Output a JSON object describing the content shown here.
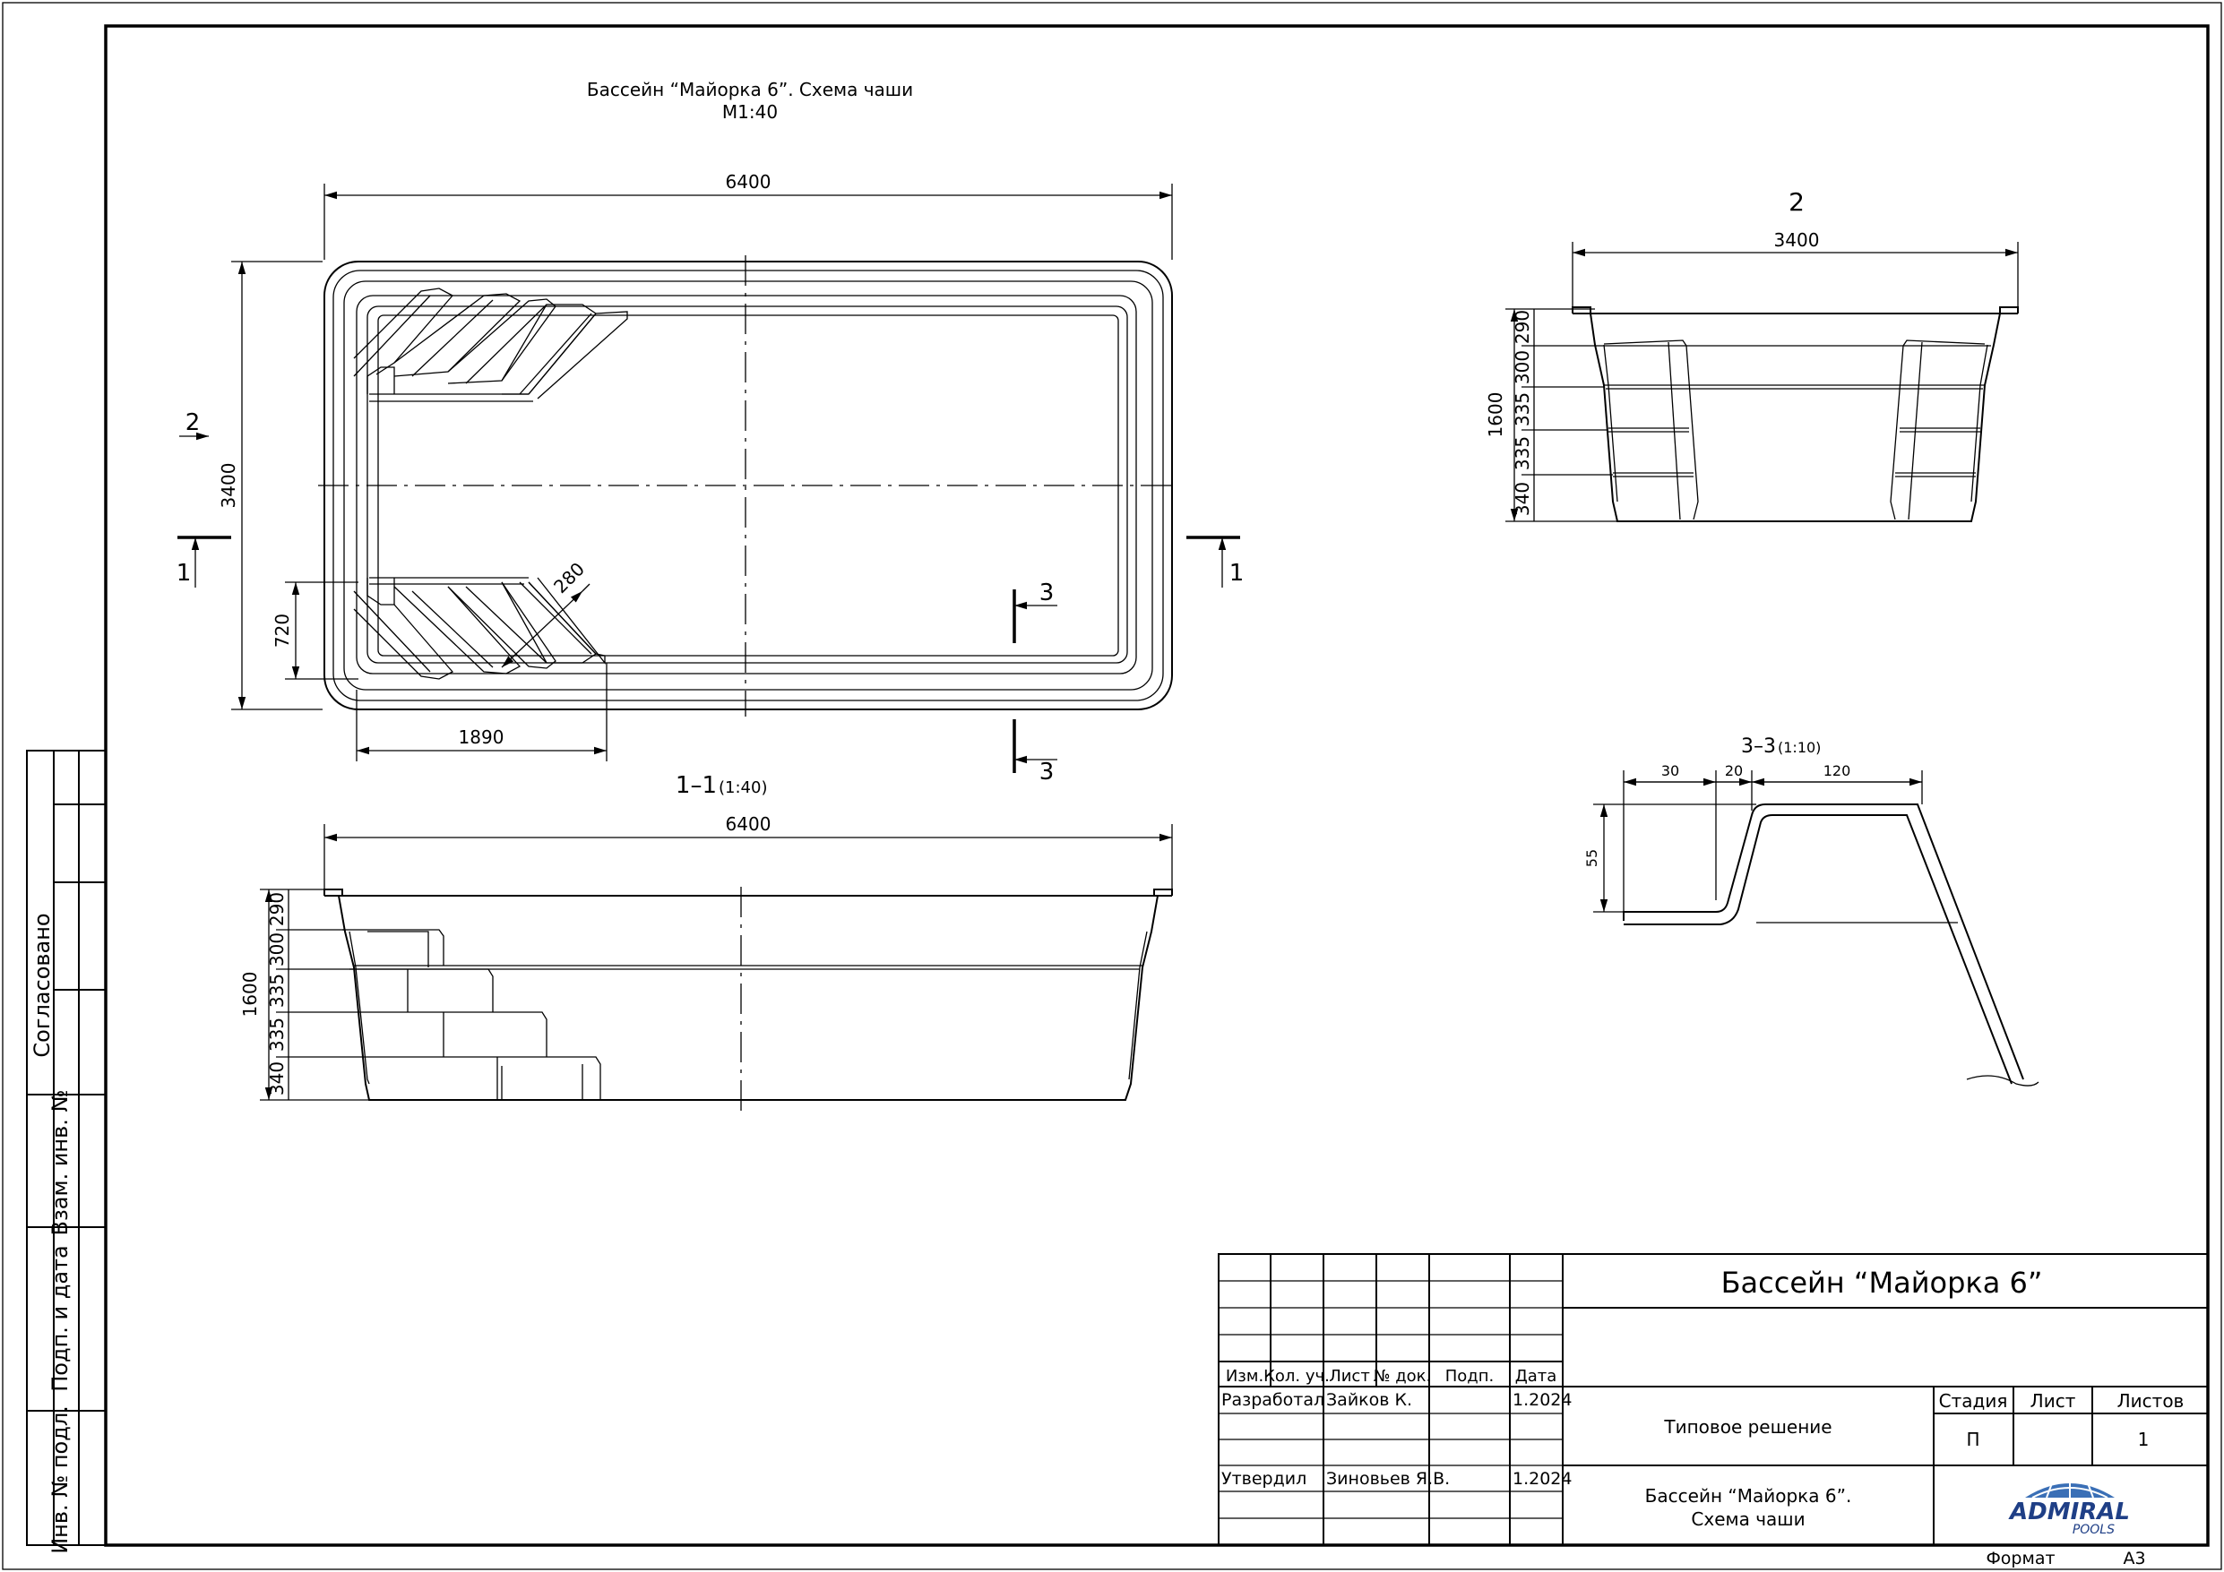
{
  "drawing": {
    "title_line1": "Бассейн “Майорка 6”. Схема чаши",
    "title_line2": "М1:40",
    "section_2_label": "2",
    "section_11_label": "1–1",
    "section_11_scale": "(1:40)",
    "section_33_label": "3–3",
    "section_33_scale": "(1:10)",
    "cut_marks": {
      "one": "1",
      "two": "2",
      "three": "3"
    }
  },
  "dimensions": {
    "plan_length": "6400",
    "plan_width": "3400",
    "plan_step_width": "720",
    "plan_step_length": "1890",
    "plan_step_depth": "280",
    "end_width": "3400",
    "depth_total": "1600",
    "step_heights": [
      "290",
      "300",
      "335",
      "335",
      "340"
    ],
    "section_length": "6400",
    "detail_a": "30",
    "detail_b": "20",
    "detail_c": "120",
    "detail_h": "55"
  },
  "side_stamp": {
    "agreed": "Согласовано",
    "inv_exchange": "Взам. инв. №",
    "sign_date": "Подп. и дата",
    "inv_original": "Инв. № подл."
  },
  "title_block": {
    "headers": [
      "Изм.",
      "Кол. уч.",
      "Лист",
      "№ док.",
      "Подп.",
      "Дата"
    ],
    "developed_label": "Разработал",
    "developed_name": "Зайков К.",
    "developed_date": "1.2024",
    "approved_label": "Утвердил",
    "approved_name": "Зиновьев Я.В.",
    "approved_date": "1.2024",
    "project_title": "Бассейн “Майорка 6”",
    "solution_type": "Типовое решение",
    "sheet_title_line1": "Бассейн “Майорка 6”.",
    "sheet_title_line2": "Схема чаши",
    "stage_label": "Стадия",
    "sheet_label": "Лист",
    "sheets_label": "Листов",
    "stage_value": "П",
    "sheet_value": "",
    "sheets_value": "1",
    "logo_main": "ADMIRAL",
    "logo_sub": "POOLS",
    "format_label": "Формат",
    "format_value": "А3"
  }
}
